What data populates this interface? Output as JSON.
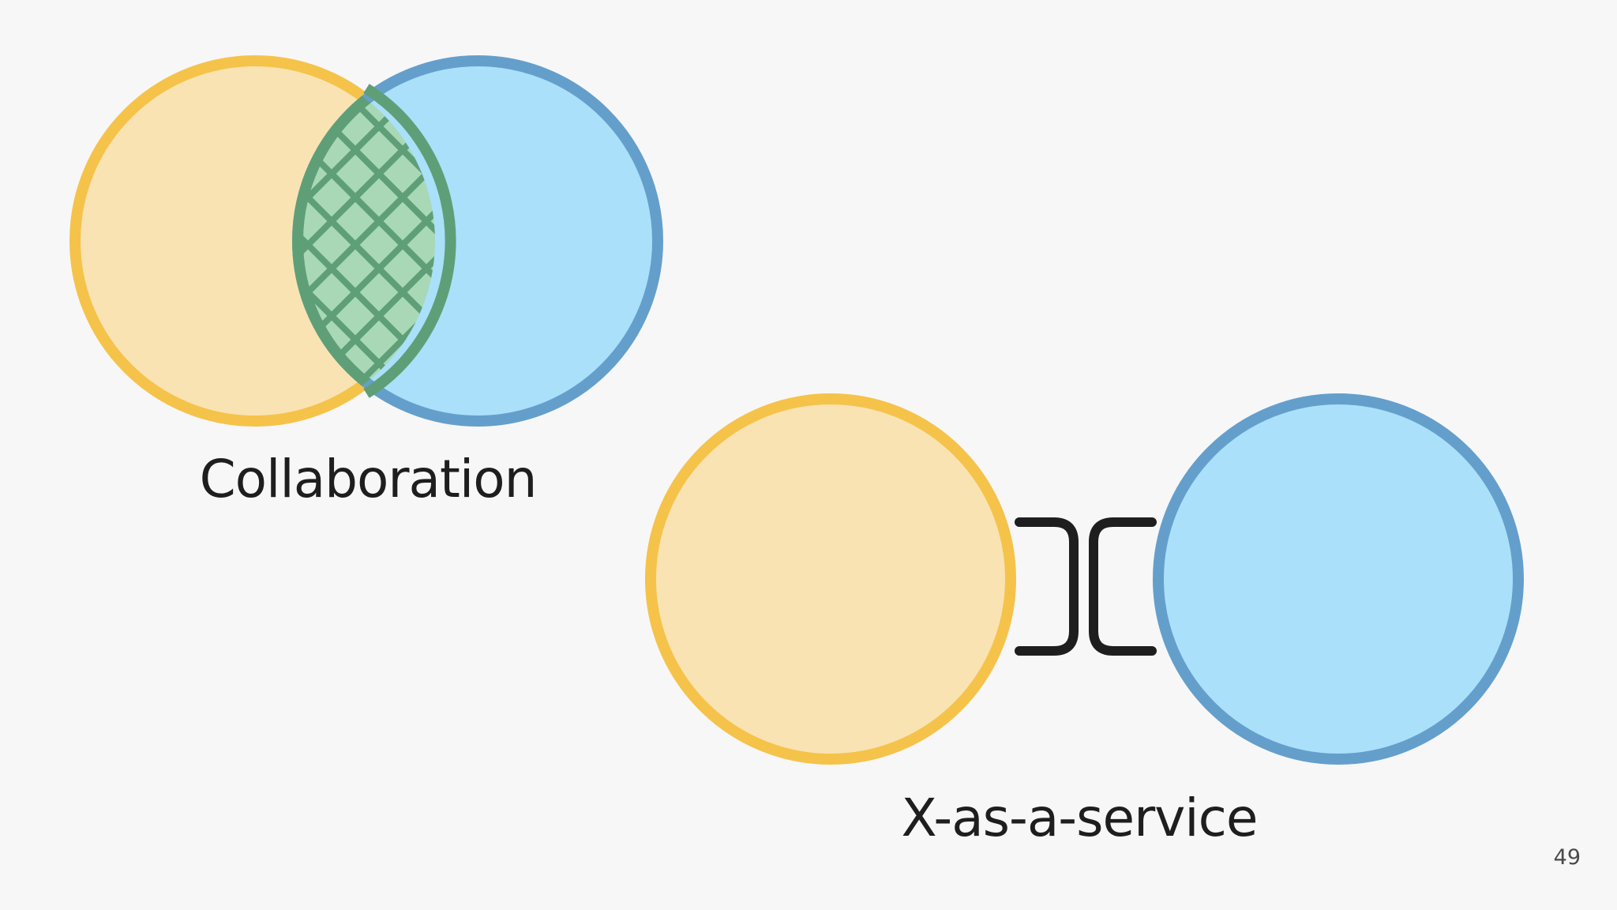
{
  "slide": {
    "page_number": "49"
  },
  "diagrams": {
    "collaboration": {
      "label": "Collaboration"
    },
    "xaas": {
      "label": "X-as-a-service"
    }
  },
  "colors": {
    "background": "#f7f7f8",
    "yellow_fill": "#fae3b2",
    "yellow_stroke": "#f5c34a",
    "blue_fill": "#aae0f9",
    "blue_stroke": "#649fcc",
    "green_fill": "#a8d8b6",
    "green_stroke": "#5f9f78",
    "connector": "#1e1e1e",
    "text": "#1e1e1e"
  }
}
